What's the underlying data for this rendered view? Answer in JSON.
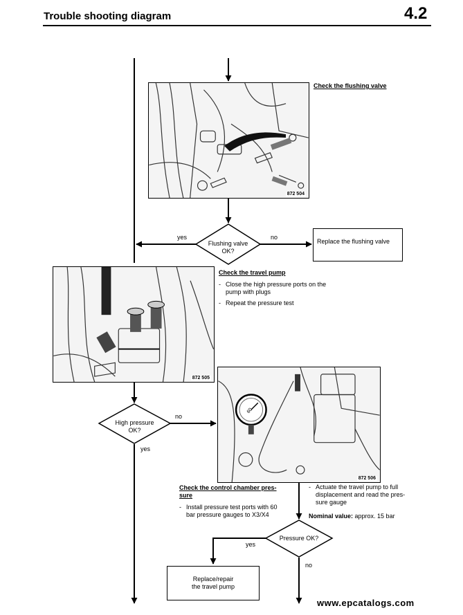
{
  "header": {
    "title": "Trouble shooting diagram",
    "section_number": "4.2"
  },
  "photos": {
    "flushing_valve_code": "872 504",
    "travel_pump_code": "872 505",
    "control_chamber_code": "872 506",
    "gauge_label": "60"
  },
  "flushing_check": {
    "heading": "Check the flushing valve",
    "decision": {
      "line1": "Flushing valve",
      "line2": "OK?"
    },
    "yes_label": "yes",
    "no_label": "no",
    "replace_box": "Replace the flushing valve"
  },
  "travel_pump_check": {
    "heading": "Check the travel pump",
    "steps": [
      {
        "line1": "Close the high pressure ports on the",
        "line2": "pump with plugs"
      },
      {
        "line1": "Repeat the pressure test",
        "line2": ""
      }
    ],
    "decision": {
      "line1": "High pressure",
      "line2": "OK?"
    },
    "no_label": "no",
    "yes_label": "yes"
  },
  "control_chamber_check": {
    "heading_line1": "Check the control chamber pres-",
    "heading_line2": "sure",
    "step": {
      "line1": "Install pressure test ports with 60",
      "line2": "bar pressure gauges to X3/X4"
    },
    "actuate": {
      "line1": "Actuate the travel pump to full",
      "line2": "displacement and read the pres-",
      "line3": "sure gauge"
    },
    "nominal_label": "Nominal value:",
    "nominal_value": "approx. 15 bar",
    "decision": "Pressure OK?",
    "yes_label": "yes",
    "no_label": "no",
    "replace_box": {
      "line1": "Replace/repair",
      "line2": "the travel pump"
    }
  },
  "watermark": "www.epcatalogs.com"
}
